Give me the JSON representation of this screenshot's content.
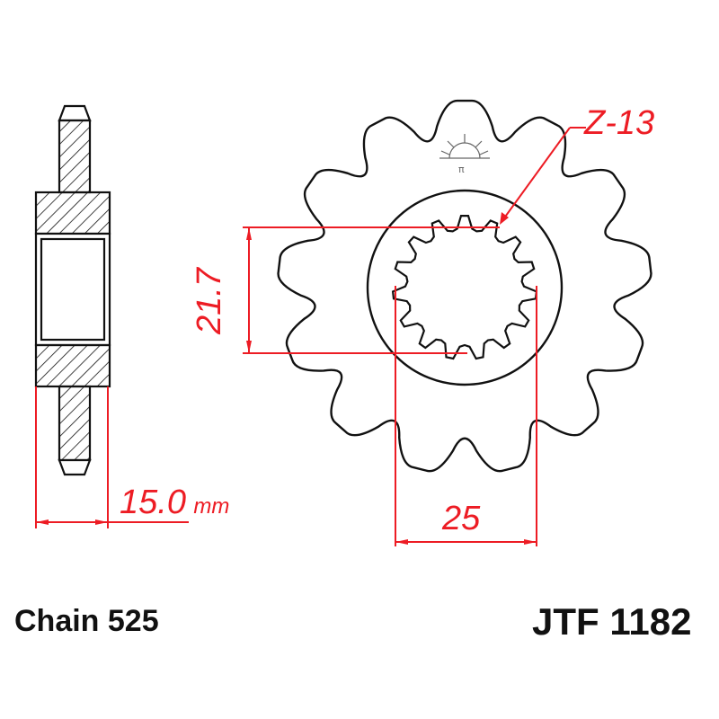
{
  "part": {
    "model": "JTF 1182",
    "chain": "Chain 525"
  },
  "dimensions": {
    "teeth": "Z-13",
    "thickness_value": "15.0",
    "thickness_unit": "mm",
    "spline_height": "21.7",
    "spline_width": "25"
  },
  "colors": {
    "line": "#111111",
    "dimension": "#ed1c24",
    "background": "#ffffff"
  },
  "icons": {
    "logo": "sun-rays-logo-icon"
  }
}
